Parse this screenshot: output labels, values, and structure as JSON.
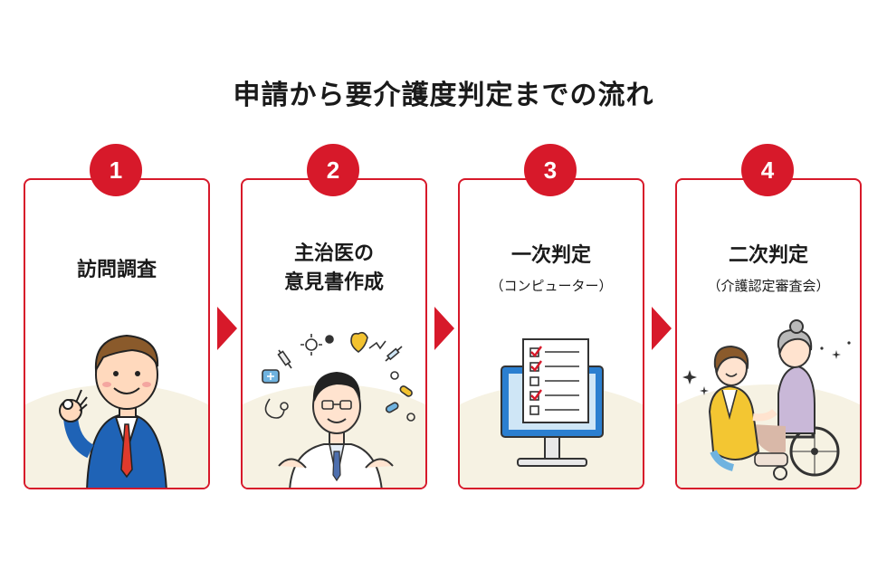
{
  "title": "申請から要介護度判定までの流れ",
  "steps": [
    {
      "number": "1",
      "line1": "訪問調査",
      "line2": "",
      "sub": ""
    },
    {
      "number": "2",
      "line1": "主治医の",
      "line2": "意見書作成",
      "sub": ""
    },
    {
      "number": "3",
      "line1": "一次判定",
      "line2": "",
      "sub": "（コンピューター）"
    },
    {
      "number": "4",
      "line1": "二次判定",
      "line2": "",
      "sub": "（介護認定審査会）"
    }
  ],
  "colors": {
    "accent": "#d7192a",
    "ground": "#f6f2e3",
    "text": "#1a1a1a"
  }
}
